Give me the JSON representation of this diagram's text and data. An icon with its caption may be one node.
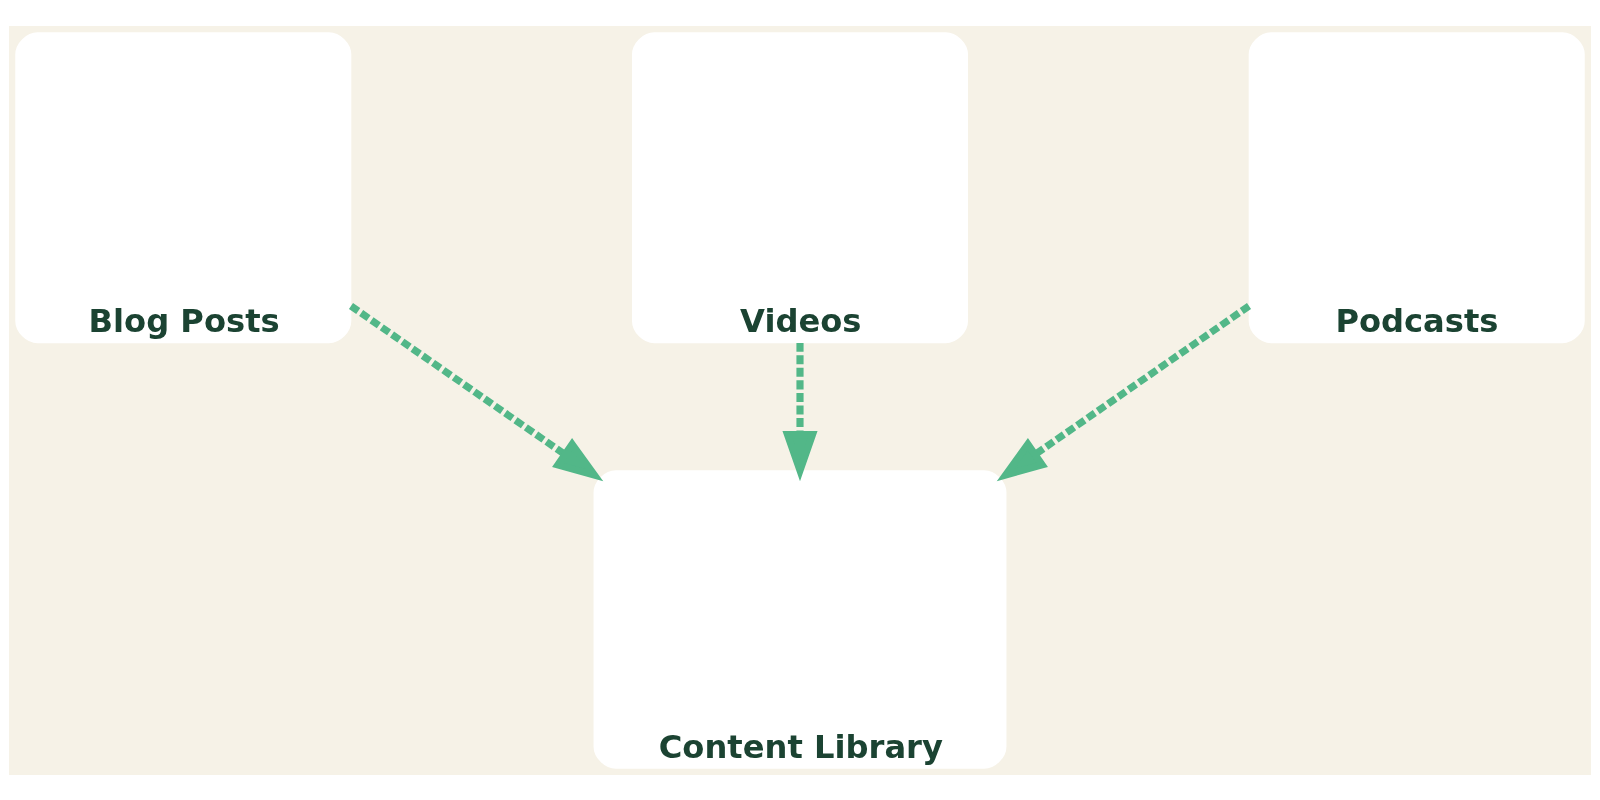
{
  "diagram": {
    "nodes": [
      {
        "text": [
          "Blog Posts"
        ]
      },
      {
        "text": [
          "Videos"
        ]
      },
      {
        "text": [
          "Podcasts"
        ]
      },
      {
        "text": [
          "Content Library"
        ]
      }
    ],
    "edges": [
      {
        "from": 0,
        "to": 3,
        "arrow": "to",
        "style": "dashed"
      },
      {
        "from": 1,
        "to": 3,
        "arrow": "to",
        "style": "dashed"
      },
      {
        "from": 2,
        "to": 3,
        "arrow": "to",
        "style": "dashed"
      }
    ]
  }
}
